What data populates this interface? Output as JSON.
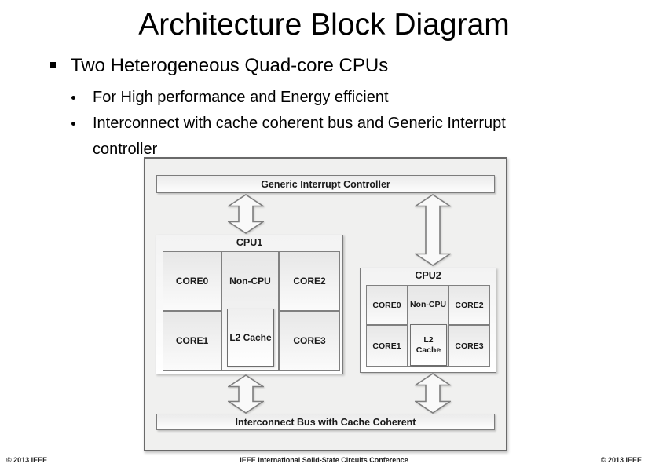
{
  "slide": {
    "title": "Architecture Block Diagram",
    "bullet": "Two Heterogeneous Quad-core CPUs",
    "sub_bullets": [
      "For High performance and Energy efficient",
      "Interconnect with cache coherent bus and Generic Interrupt controller"
    ]
  },
  "diagram": {
    "gic_label": "Generic Interrupt Controller",
    "bus_label": "Interconnect Bus with Cache Coherent",
    "cpu1": {
      "label": "CPU1",
      "core0": "CORE0",
      "noncpu": "Non-CPU",
      "core2": "CORE2",
      "core1": "CORE1",
      "l2": "L2 Cache",
      "core3": "CORE3"
    },
    "cpu2": {
      "label": "CPU2",
      "core0": "CORE0",
      "noncpu": "Non-CPU",
      "core2": "CORE2",
      "core1": "CORE1",
      "l2": "L2 Cache",
      "core3": "CORE3"
    },
    "colors": {
      "box_border": "#7c7c7c",
      "outer_fill": "#f0f0ef",
      "cell_fill_top": "#e7e7e7",
      "cell_fill_bottom": "#fbfbfb"
    }
  },
  "footer": {
    "left": "© 2013 IEEE",
    "center": "IEEE International Solid-State Circuits Conference",
    "right": "© 2013 IEEE"
  }
}
